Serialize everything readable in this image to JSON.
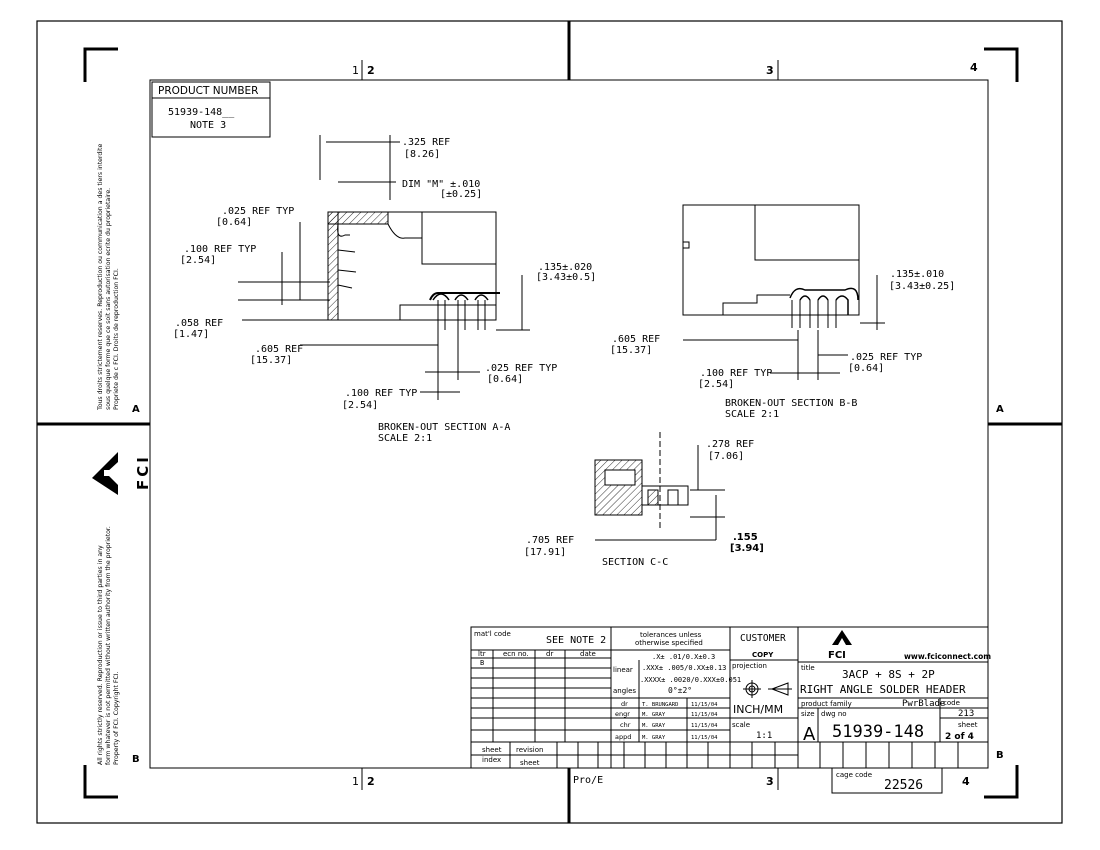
{
  "zones": {
    "top": [
      "1",
      "2",
      "3",
      "4"
    ],
    "bottom": [
      "1",
      "2",
      "3",
      "4"
    ],
    "side": [
      "A",
      "B"
    ],
    "pro_e": "Pro/E"
  },
  "side_notes": {
    "french": [
      "Tous droits strictement reserves.  Reproduction ou communication a des tiers interdite",
      "sous quelque forme que ce soit sans autorisation ecrite du proprietaire.",
      "Propriete de c FCI.  Droits de reproduction FCI."
    ],
    "english": [
      "All rights strictly reserved.  Reproduction or issue to third parties in any",
      "form whatever is not permitted without written authority from the proprietor.",
      "Property of FCI.  Copyright FCI."
    ],
    "logo_text": "FCI"
  },
  "product_box": {
    "header": "PRODUCT NUMBER",
    "number": "51939-148__",
    "note": "NOTE 3"
  },
  "section_aa": {
    "title": "BROKEN-OUT SECTION  A-A",
    "scale": "SCALE  2:1",
    "dims": [
      ".325  REF",
      "[8.26]",
      "DIM \"M\" ±.010",
      "[±0.25]",
      ".025  REF TYP",
      "[0.64]",
      ".100  REF TYP",
      "[2.54]",
      ".135±.020",
      "[3.43±0.5]",
      ".058  REF",
      "[1.47]",
      ".605   REF",
      "[15.37]",
      ".025  REF TYP",
      "[0.64]",
      ".100  REF TYP",
      "[2.54]"
    ]
  },
  "section_bb": {
    "title": "BROKEN-OUT SECTION  B-B",
    "scale": "SCALE  2:1",
    "dims": [
      ".135±.010",
      "[3.43±0.25]",
      ".605   REF",
      "[15.37]",
      ".100  REF TYP",
      "[2.54]",
      ".025  REF TYP",
      "[0.64]"
    ]
  },
  "section_cc": {
    "title": "SECTION  C-C",
    "dims": [
      ".278  REF",
      "[7.06]",
      ".705   REF",
      "[17.91]",
      ".155",
      "[3.94]"
    ]
  },
  "title_block": {
    "matl_code": "mat'l code",
    "see_note": "SEE NOTE 2",
    "tolerances": [
      "tolerances unless",
      "otherwise specified"
    ],
    "customer": "CUSTOMER",
    "copy": "COPY",
    "rev_headers": [
      "ltr",
      "ecn no.",
      "dr",
      "date"
    ],
    "rev_ltr": "B",
    "tol_labels": [
      "linear",
      "angles"
    ],
    "tol_values": [
      ".X± .01/0.X±0.3",
      ".XXX± .005/0.XX±0.13",
      ".XXXX± .0020/0.XXX±0.051",
      "0°±2°"
    ],
    "sign_labels": [
      "dr",
      "engr",
      "chr",
      "appd"
    ],
    "sign_names": [
      "T. BRUNGARD",
      "M. GRAY",
      "M. GRAY",
      "M. GRAY"
    ],
    "sign_dates": [
      "11/15/04",
      "11/15/04",
      "11/15/04",
      "11/15/04"
    ],
    "projection": "projection",
    "units": "INCH/MM",
    "scale_label": "scale",
    "scale": "1:1",
    "sheet_index": [
      "sheet",
      "index"
    ],
    "revision": "revision",
    "sheet_label": "sheet",
    "company": "FCI",
    "website": "www.fciconnect.com",
    "title_label": "title",
    "title_line1": "3ACP + 8S + 2P",
    "title_line2": "RIGHT ANGLE SOLDER HEADER",
    "product_family_label": "product family",
    "product_family": "PwrBlade",
    "code_label": "code",
    "code": "213",
    "size_label": "size",
    "size": "A",
    "dwg_no_label": "dwg no",
    "dwg_no": "51939-148",
    "sheet_count": "2 of 4",
    "cage_code_label": "cage code",
    "cage_code": "22526"
  }
}
